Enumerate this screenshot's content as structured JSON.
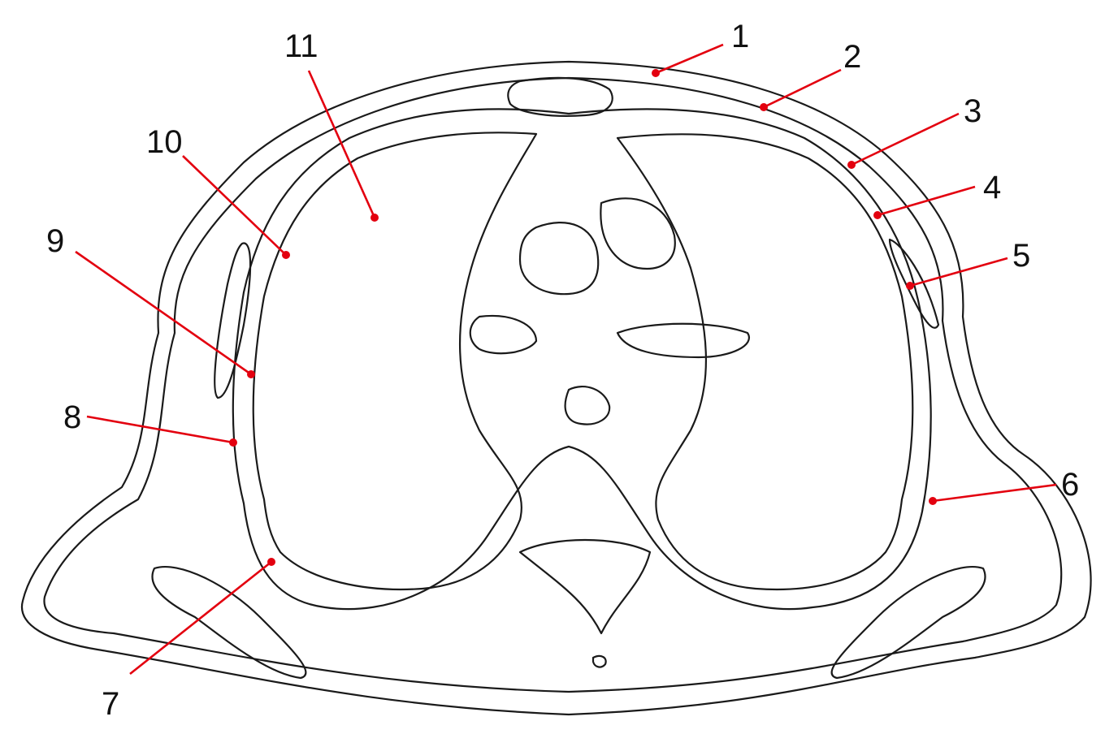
{
  "labels": [
    {
      "number": "1"
    },
    {
      "number": "2"
    },
    {
      "number": "3"
    },
    {
      "number": "4"
    },
    {
      "number": "5"
    },
    {
      "number": "6"
    },
    {
      "number": "7"
    },
    {
      "number": "8"
    },
    {
      "number": "9"
    },
    {
      "number": "10"
    },
    {
      "number": "11"
    }
  ],
  "colors": {
    "leader": "#e3000f",
    "outline": "#1a1a1a",
    "background": "#ffffff"
  }
}
